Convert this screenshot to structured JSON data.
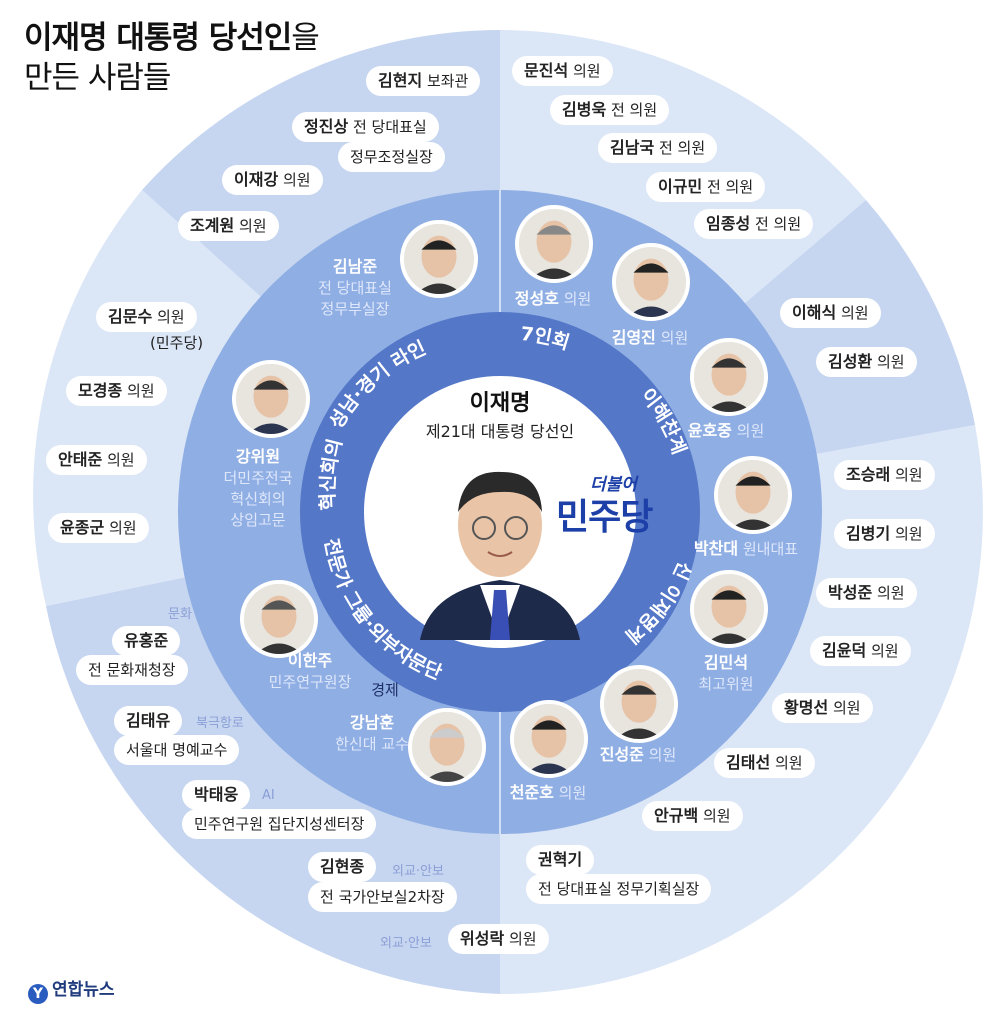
{
  "title": {
    "line1_bold": "이재명 대통령 당선인",
    "line1_tail": "을",
    "line2": "만든 사람들"
  },
  "center": {
    "name": "이재명",
    "role": "제21대 대통령 당선인",
    "party_script": "더불어",
    "party": "민주당"
  },
  "groups": {
    "seongnam": "성남·경기 라인",
    "seven": "7인회",
    "ihaechan": "이해찬계",
    "new_ijm": "신 이재명계",
    "experts": "전문가 그룹·외부자문단",
    "reform": "혁신회의"
  },
  "inner_people": {
    "kimnamjun": {
      "name": "김남준",
      "line1": "전 당대표실",
      "line2": "정무부실장"
    },
    "jungsungho": {
      "name": "정성호",
      "suffix": "의원"
    },
    "kimyoungjin": {
      "name": "김영진",
      "suffix": "의원"
    },
    "yoonhojung": {
      "name": "윤호중",
      "suffix": "의원"
    },
    "parkchandae": {
      "name": "박찬대",
      "suffix": "원내대표"
    },
    "kimminseok": {
      "name": "김민석",
      "line1": "최고위원"
    },
    "jinsungjun": {
      "name": "진성준",
      "suffix": "의원"
    },
    "chunjunho": {
      "name": "천준호",
      "suffix": "의원"
    },
    "kangnamhoon": {
      "name": "강남훈",
      "line1": "한신대 교수"
    },
    "economy_tag": "경제",
    "leehanju": {
      "name": "이한주",
      "line1": "민주연구원장"
    },
    "kangwiwon": {
      "name": "강위원",
      "line1": "더민주전국",
      "line2": "혁신회의",
      "line3": "상임고문"
    }
  },
  "outer_people": {
    "kimhyunji": {
      "name": "김현지",
      "suffix": "보좌관"
    },
    "jungjinsang": {
      "name": "정진상",
      "suffix": "전 당대표실",
      "line2": "정무조정실장"
    },
    "leejaegang": {
      "name": "이재강",
      "suffix": "의원"
    },
    "chogyewon": {
      "name": "조계원",
      "suffix": "의원"
    },
    "moonjinseok": {
      "name": "문진석",
      "suffix": "의원"
    },
    "kimbyungwook": {
      "name": "김병욱",
      "suffix": "전 의원"
    },
    "kimnamguk": {
      "name": "김남국",
      "suffix": "전 의원"
    },
    "leegyumin": {
      "name": "이규민",
      "suffix": "전 의원"
    },
    "limjongseong": {
      "name": "임종성",
      "suffix": "전 의원"
    },
    "leehaesik": {
      "name": "이해식",
      "suffix": "의원"
    },
    "kimsunghwan": {
      "name": "김성환",
      "suffix": "의원"
    },
    "joseungrae": {
      "name": "조승래",
      "suffix": "의원"
    },
    "kimbyunggi": {
      "name": "김병기",
      "suffix": "의원"
    },
    "parksungjun": {
      "name": "박성준",
      "suffix": "의원"
    },
    "kimyoonduk": {
      "name": "김윤덕",
      "suffix": "의원"
    },
    "hwangmyungsun": {
      "name": "황명선",
      "suffix": "의원"
    },
    "kimtaesun": {
      "name": "김태선",
      "suffix": "의원"
    },
    "ahngyubaek": {
      "name": "안규백",
      "suffix": "의원"
    },
    "kwonhyukki": {
      "name": "권혁기",
      "line2": "전 당대표실 정무기획실장"
    },
    "wisungrak": {
      "name": "위성락",
      "suffix": "의원",
      "tag": "외교·안보"
    },
    "kimhyunjong": {
      "name": "김현종",
      "tag": "외교·안보",
      "line2": "전 국가안보실2차장"
    },
    "parktaewoong": {
      "name": "박태웅",
      "tag": "AI",
      "line2": "민주연구원 집단지성센터장"
    },
    "kimtaeyu": {
      "name": "김태유",
      "tag": "북극항로",
      "line2": "서울대 명예교수"
    },
    "yoohongjun": {
      "name": "유홍준",
      "tag": "문화",
      "line2": "전 문화재청장"
    },
    "yoonjonggun": {
      "name": "윤종군",
      "suffix": "의원"
    },
    "ahntaejun": {
      "name": "안태준",
      "suffix": "의원"
    },
    "mokyungjong": {
      "name": "모경종",
      "suffix": "의원"
    },
    "kimmunsu": {
      "name": "김문수",
      "suffix": "의원",
      "line2": "(민주당)"
    }
  },
  "footer": {
    "logo": "연합뉴스"
  },
  "colors": {
    "outer_light": "#dbe6f7",
    "outer_mid": "#c6d6f0",
    "middle_ring": "#8faee3",
    "inner_ring": "#5477c8",
    "center": "#ffffff",
    "party_blue": "#1d3fa8"
  }
}
